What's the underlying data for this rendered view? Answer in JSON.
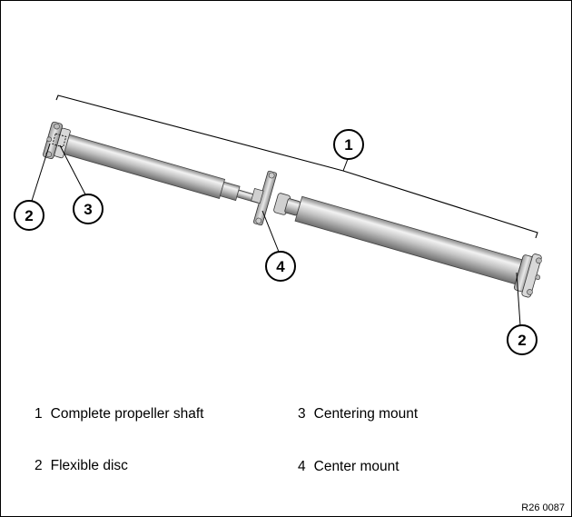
{
  "callouts": {
    "c1": "1",
    "c2_left": "2",
    "c3": "3",
    "c4": "4",
    "c2_right": "2"
  },
  "legend": [
    {
      "num": "1",
      "label": "Complete propeller shaft"
    },
    {
      "num": "2",
      "label": "Flexible disc"
    },
    {
      "num": "3",
      "label": "Centering mount"
    },
    {
      "num": "4",
      "label": "Center mount"
    }
  ],
  "reference_code": "R26 0087",
  "colors": {
    "line": "#000000",
    "shaft_light": "#efefef",
    "shaft_mid": "#bdbdbd",
    "shaft_dark": "#7a7a7a"
  }
}
